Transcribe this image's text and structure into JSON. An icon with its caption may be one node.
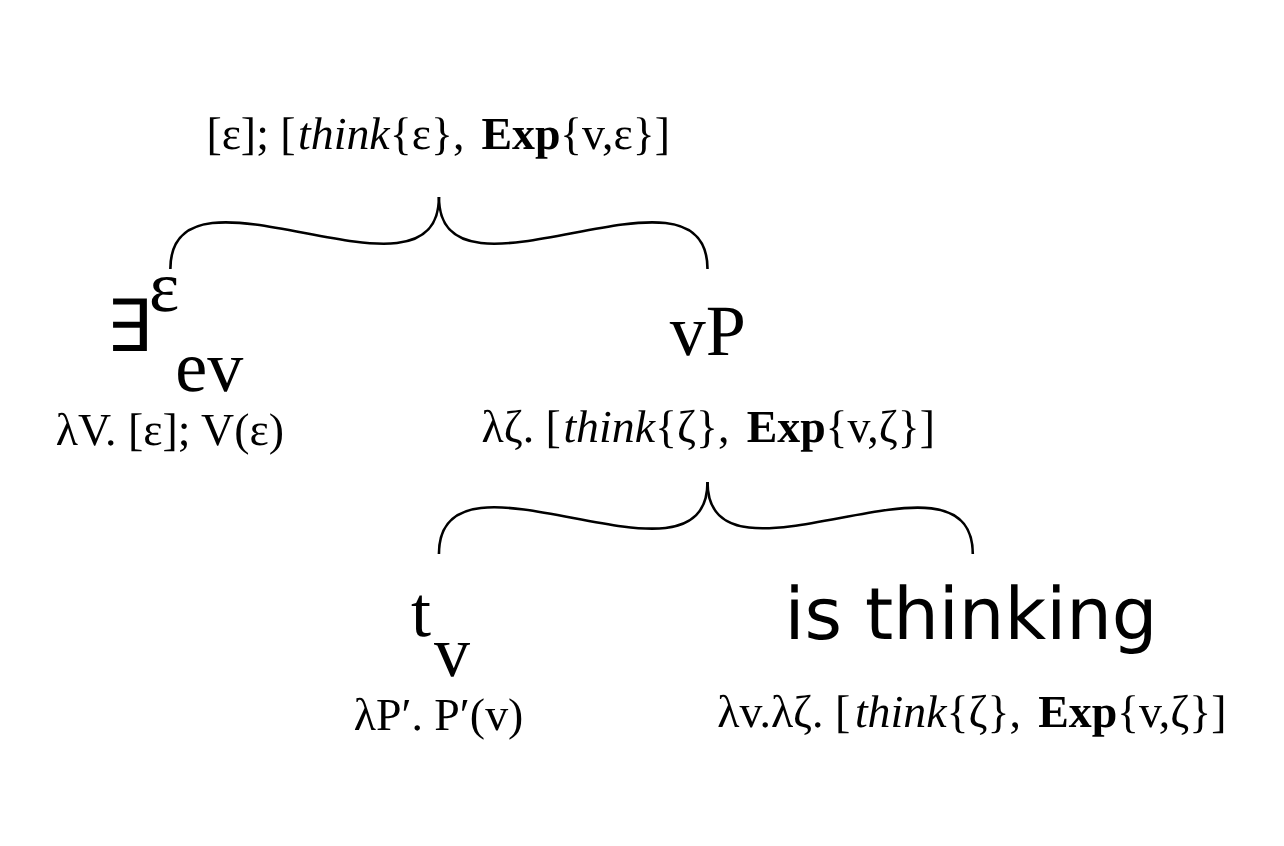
{
  "diagram": {
    "nodes": [
      {
        "text": [
          "[ε]; [*think*{ε}, **Exp**{v,ε}]"
        ]
      },
      {
        "text": [
          "∃$^{ε}$$_{ev}$"
        ],
        "beside": [
          "λV. [ε]; V(ε)"
        ]
      },
      {
        "text": [
          "vP"
        ],
        "beside": [
          "λζ. [*think*{ζ}, **Exp**{v,ζ}]"
        ]
      },
      {
        "text": [
          "t$_{v}$"
        ],
        "beside": [
          "λP′. P′(v)"
        ]
      },
      {
        "text": [
          "is thinking"
        ],
        "beside": [
          "λv.λζ. [*think*{ζ}, **Exp**{v,ζ}]"
        ]
      }
    ],
    "edges": [
      {
        "from": 0,
        "to": 1,
        "arrow": "none"
      },
      {
        "from": 0,
        "to": 2,
        "arrow": "none"
      },
      {
        "from": 2,
        "to": 3,
        "arrow": "none"
      },
      {
        "from": 2,
        "to": 4,
        "arrow": "none"
      }
    ]
  }
}
